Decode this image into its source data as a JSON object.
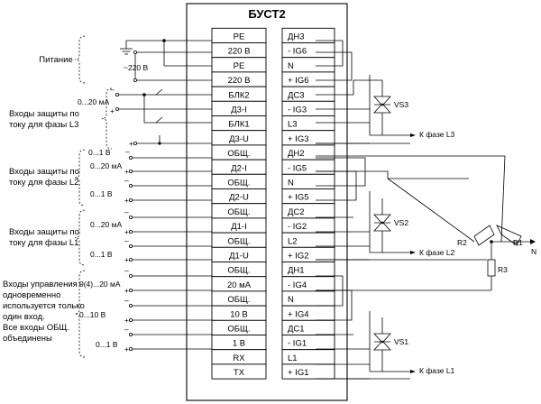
{
  "title": "БУСТ2",
  "left_pins": [
    "PE",
    "220 В",
    "PE",
    "220 В",
    "БЛК2",
    "Д3-I",
    "БЛК1",
    "Д3-U",
    "ОБЩ.",
    "Д2-I",
    "ОБЩ.",
    "Д2-U",
    "ОБЩ.",
    "Д1-I",
    "ОБЩ.",
    "Д1-U",
    "ОБЩ.",
    "20 мА",
    "ОБЩ.",
    "10 В",
    "ОБЩ.",
    "1 В",
    "RX",
    "TX"
  ],
  "right_pins": [
    "ДН3",
    "- IG6",
    "N",
    "+ IG6",
    "ДС3",
    "- IG3",
    "L3",
    "+ IG3",
    "ДН2",
    "- IG5",
    "N",
    "+ IG5",
    "ДС2",
    "- IG2",
    "L2",
    "+ IG2",
    "ДН1",
    "- IG4",
    "N",
    "+ IG4",
    "ДС1",
    "- IG1",
    "L1",
    "+ IG1"
  ],
  "groups": {
    "power": "Питание",
    "l3": [
      "Входы защиты по",
      "току для фазы L3"
    ],
    "l2": [
      "Входы защиты по",
      "току для фазы L2"
    ],
    "l1": [
      "Входы защиты по",
      "току для фазы L1"
    ],
    "control": [
      "Входы управления -",
      "одновременно",
      "используется только",
      "один вход.",
      "Все входы ОБЩ.",
      "объединены"
    ]
  },
  "input_labels": {
    "v220": "~220 В",
    "l3_ma": "0...20 мА",
    "l2_v": "0...1 В",
    "l2_ma": "0...20 мА",
    "l2_v2": "0...1 В",
    "l1_ma": "0...20 мА",
    "l1_v": "0...1 В",
    "c_ma": "0(4)...20 мА",
    "c_10v": "0...10 В",
    "c_1v": "0...1 В"
  },
  "outputs": {
    "l3": "К фазе L3",
    "l2": "К фазе L2",
    "l1": "К фазе L1",
    "n": "N"
  },
  "components": {
    "vs3": "VS3",
    "vs2": "VS2",
    "vs1": "VS1",
    "r1": "R1",
    "r2": "R2",
    "r3": "R3"
  }
}
